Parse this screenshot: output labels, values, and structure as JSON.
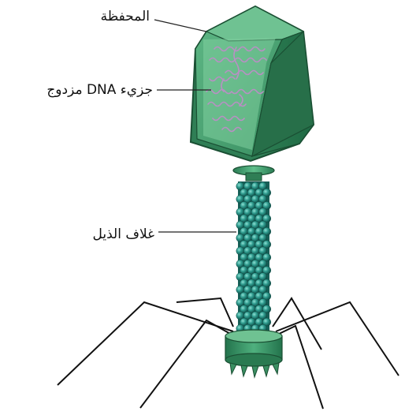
{
  "labels": {
    "capsid": "المحفظة",
    "dna": "جزيء DNA مزدوج",
    "tail_sheath": "غلاف الذيل"
  },
  "colors": {
    "capsid_main": "#3e9a6a",
    "capsid_dark": "#1f6a44",
    "capsid_light": "#6fc292",
    "dna_strand": "#b98fc4",
    "sheath_bead": "#2f9c8f",
    "sheath_bead_dark": "#17655d",
    "tail_fiber": "#111111",
    "leader_line": "#222222"
  },
  "icons": [
    "bacteriophage-capsid",
    "dna-strand",
    "tail-sheath",
    "tail-fiber",
    "base-plate"
  ]
}
